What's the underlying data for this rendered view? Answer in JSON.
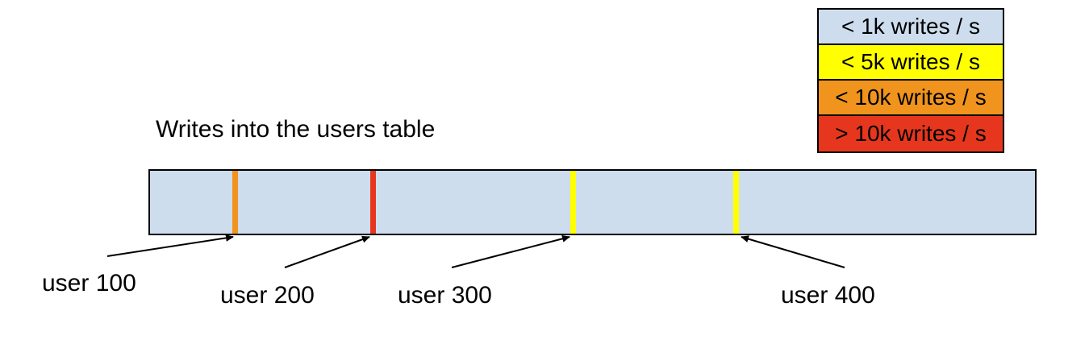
{
  "title": "Writes into the users table",
  "colors": {
    "background": "#ffffff",
    "outline": "#000000",
    "bar_fill": "#cdddee",
    "yellow": "#ffff00",
    "orange": "#f0941e",
    "red": "#e6371e"
  },
  "legend": {
    "items": [
      {
        "label": "< 1k writes / s",
        "color": "#cdddee"
      },
      {
        "label": "< 5k writes / s",
        "color": "#ffff00"
      },
      {
        "label": "< 10k writes / s",
        "color": "#f0941e"
      },
      {
        "label": "> 10k writes / s",
        "color": "#e6371e"
      }
    ]
  },
  "bar": {
    "fill": "#cdddee",
    "ticks": [
      {
        "label": "user 100",
        "color": "#f0941e",
        "write_rate": "< 10k writes / s"
      },
      {
        "label": "user 200",
        "color": "#e6371e",
        "write_rate": "> 10k writes / s"
      },
      {
        "label": "user 300",
        "color": "#ffff00",
        "write_rate": "< 5k writes / s"
      },
      {
        "label": "user 400",
        "color": "#ffff00",
        "write_rate": "< 5k writes / s"
      }
    ]
  }
}
